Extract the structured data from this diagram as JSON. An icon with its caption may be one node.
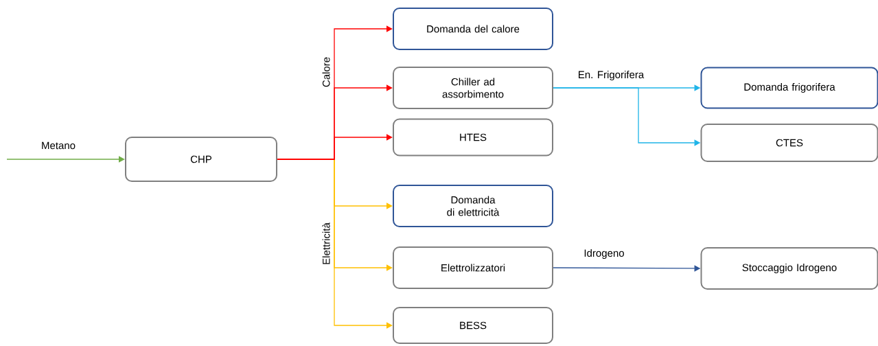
{
  "diagram": {
    "nodes": [
      {
        "text": [
          "CHP"
        ]
      },
      {
        "text": [
          "Domanda del calore"
        ]
      },
      {
        "text": [
          "Chiller ad assorbimento"
        ]
      },
      {
        "text": [
          "HTES"
        ]
      },
      {
        "text": [
          "Domanda di elettricità"
        ]
      },
      {
        "text": [
          "Elettrolizzatori"
        ]
      },
      {
        "text": [
          "BESS"
        ]
      },
      {
        "text": [
          "Domanda frigorifera"
        ]
      },
      {
        "text": [
          "CTES"
        ]
      },
      {
        "text": [
          "Stoccaggio Idrogeno"
        ]
      }
    ],
    "edges": [
      {
        "from": null,
        "to": 0,
        "arrow": "to",
        "label": "Metano",
        "color": "#70ad47"
      },
      {
        "from": 0,
        "to": 1,
        "arrow": "to",
        "color": "#ff0000"
      },
      {
        "from": 0,
        "to": 2,
        "arrow": "to",
        "label": "Calore",
        "color": "#ff0000"
      },
      {
        "from": 0,
        "to": 3,
        "arrow": "to",
        "color": "#ff0000"
      },
      {
        "from": 0,
        "to": 4,
        "arrow": "to",
        "color": "#ffc000"
      },
      {
        "from": 0,
        "to": 5,
        "arrow": "to",
        "label": "Elettricità",
        "color": "#ffc000"
      },
      {
        "from": 0,
        "to": 6,
        "arrow": "to",
        "color": "#ffc000"
      },
      {
        "from": 2,
        "to": 7,
        "arrow": "to",
        "label": "En. Frigorifera",
        "color": "#1fb4e8"
      },
      {
        "from": 2,
        "to": 8,
        "arrow": "to",
        "color": "#1fb4e8"
      },
      {
        "from": 5,
        "to": 9,
        "arrow": "to",
        "label": "Idrogeno",
        "color": "#2f5597"
      }
    ]
  }
}
